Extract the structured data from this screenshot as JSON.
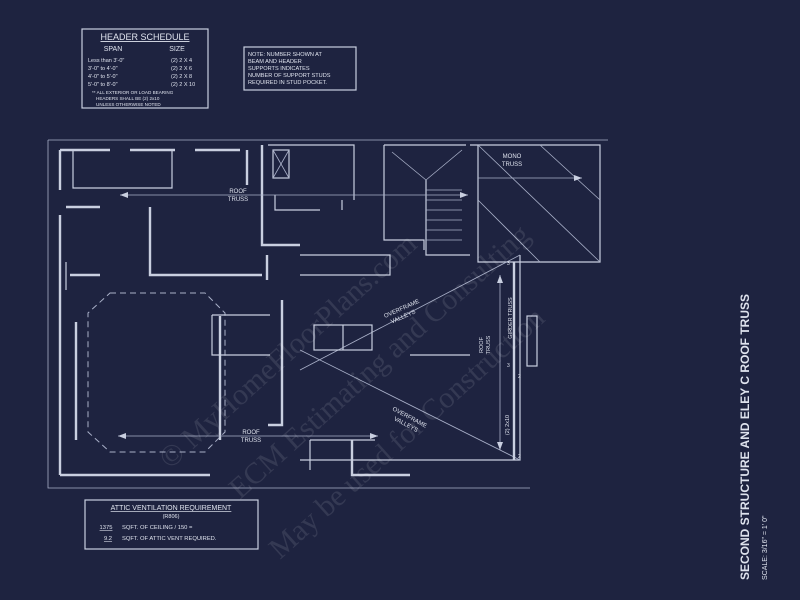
{
  "header_schedule": {
    "title": "HEADER SCHEDULE",
    "col_span": "SPAN",
    "col_size": "SIZE",
    "rows": [
      {
        "span": "Less than 3'-0\"",
        "size": "(2) 2 X 4"
      },
      {
        "span": "3'-0\" to 4'-0\"",
        "size": "(2) 2 X 6"
      },
      {
        "span": "4'-0\" to 5'-0\"",
        "size": "(2) 2 X 8"
      },
      {
        "span": "5'-0\" to 8'-0\"",
        "size": "(2) 2 X 10"
      }
    ],
    "note_1": "** ALL EXTERIOR OR LOAD BEARING",
    "note_2": "HEADERS SHALL BE (2) 2x10",
    "note_3": "UNLESS OTHERWISE NOTED"
  },
  "stud_note": {
    "line_1": "NOTE: NUMBER SHOWN AT",
    "line_2": "BEAM AND HEADER",
    "line_3": "SUPPORTS INDICATES",
    "line_4": "NUMBER OF SUPPORT STUDS",
    "line_5": "REQUIRED IN STUD POCKET."
  },
  "plan_labels": {
    "roof_truss": "ROOF",
    "truss": "TRUSS",
    "mono": "MONO",
    "overframe": "OVERFRAME",
    "valleys": "VALLEYS",
    "girder_truss": "GIRDER TRUSS",
    "beam": "(2) 2x10",
    "studs_3": "3",
    "studs_2": "2"
  },
  "attic_ventilation": {
    "title": "ATTIC VENTILATION REQUIREMENT",
    "code": "(R806)",
    "ceiling_value": "1375",
    "ceiling_text": "SQFT. OF CEILING / 150 =",
    "vent_value": "9.2",
    "vent_text": "SQFT. OF ATTIC VENT REQUIRED."
  },
  "sheet": {
    "title": "SECOND STRUCTURE AND ELEY C ROOF TRUSS",
    "scale": "SCALE: 3/16\" = 1' 0\""
  },
  "watermark": {
    "line_1": "© MyHomeFloorPlans.com",
    "line_2": "ECM Estimating and Consulting",
    "line_3": "May be used for Construction"
  },
  "colors": {
    "background": "#1e2340",
    "linework": "#c9cfe0"
  }
}
